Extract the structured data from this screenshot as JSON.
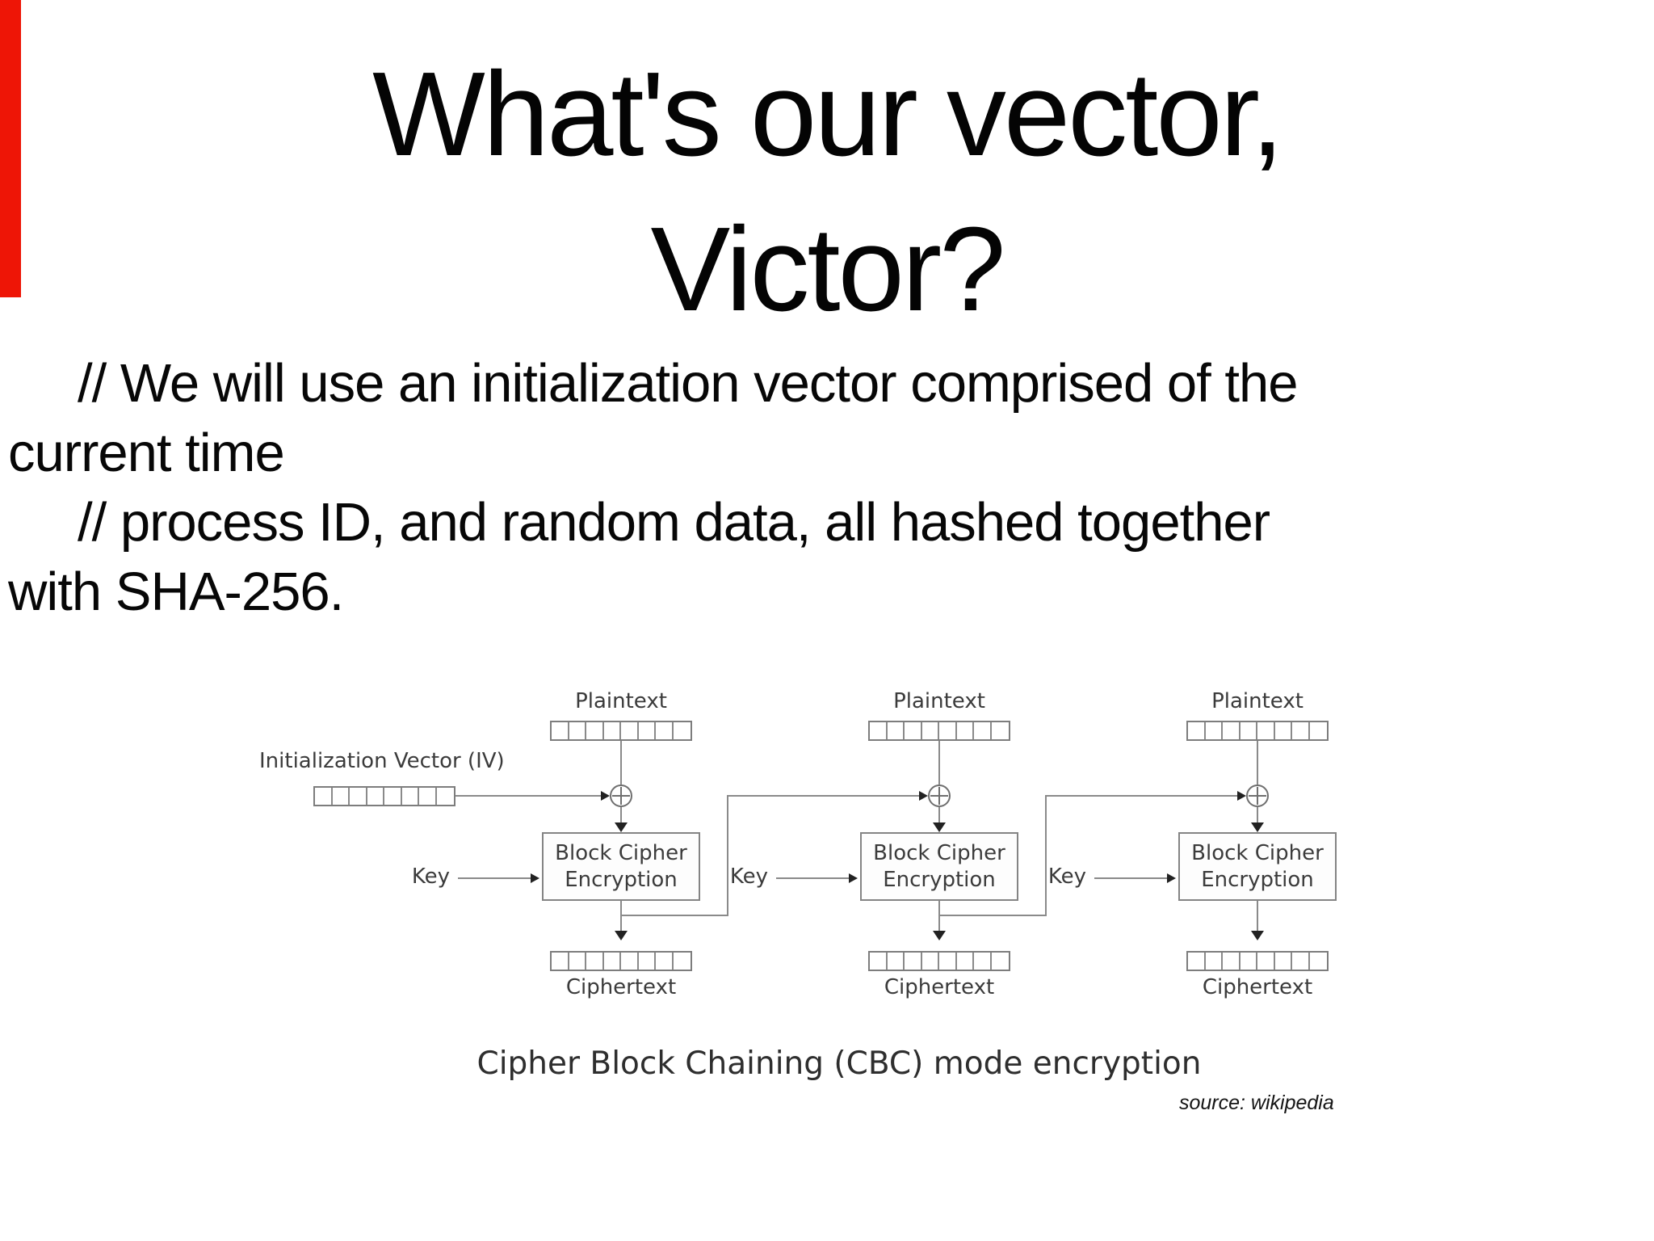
{
  "slide": {
    "title_lines": [
      "What's our vector,",
      "Victor?"
    ],
    "body_lines": [
      "// We will use an initialization vector comprised of the",
      "current time",
      "// process ID, and random data, all hashed together",
      "with SHA-256."
    ],
    "accent_bar_color": "#ee1506"
  },
  "diagram": {
    "plaintext_label": "Plaintext",
    "ciphertext_label": "Ciphertext",
    "iv_label": "Initialization Vector (IV)",
    "key_label": "Key",
    "block_label_line1": "Block Cipher",
    "block_label_line2": "Encryption",
    "cells_per_register": 8,
    "blocks": [
      "left",
      "middle",
      "right"
    ],
    "caption": "Cipher Block Chaining (CBC) mode encryption",
    "source": "source: wikipedia",
    "colors": {
      "stroke": "#8a8a8a",
      "box_border": "#848484",
      "arrowhead": "#222222",
      "label_text": "#3b3b3b",
      "caption_text": "#2e2e2e"
    }
  }
}
